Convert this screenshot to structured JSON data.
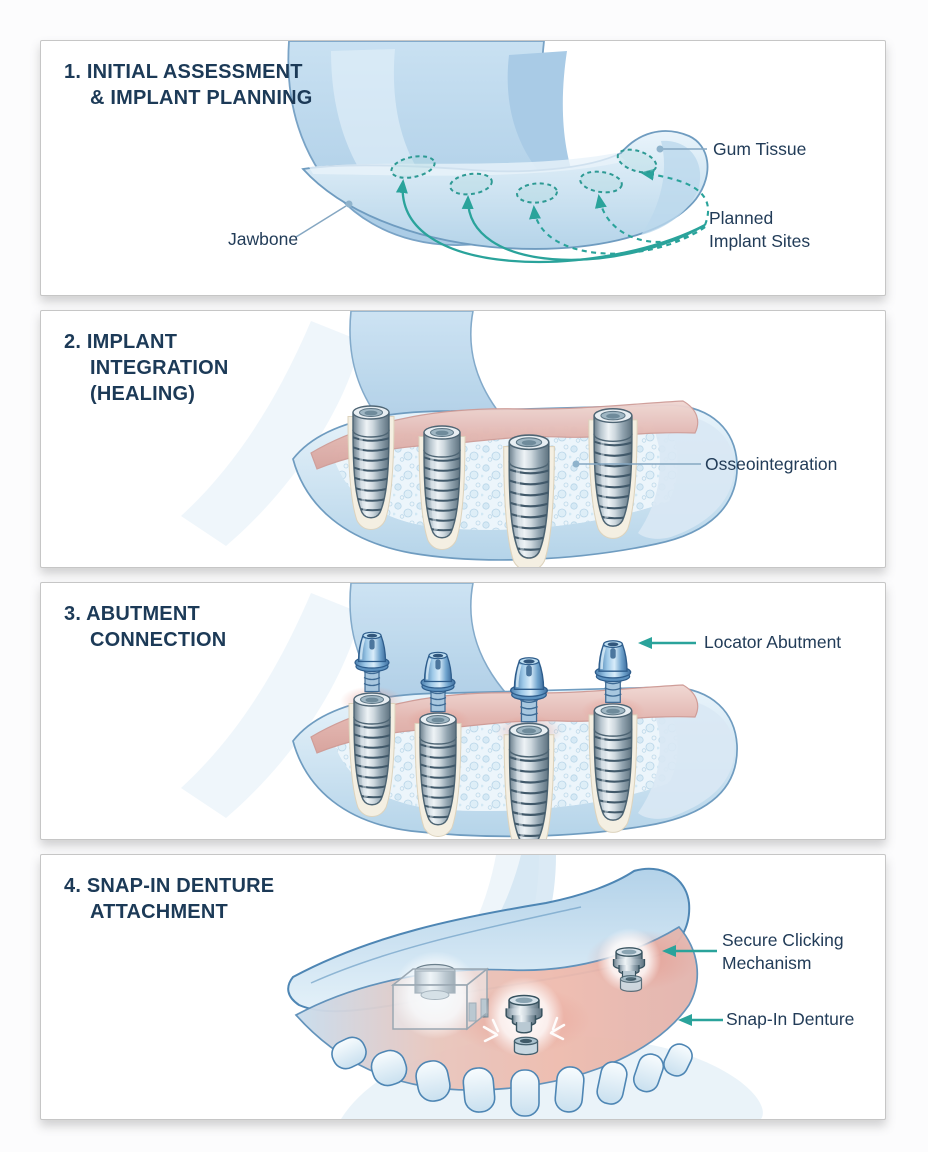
{
  "colors": {
    "title_navy": "#1c3a57",
    "label_navy": "#223c58",
    "teal_accent": "#2aa39b",
    "leader_line": "#85a7c2",
    "panel_border": "#c6c6c6",
    "panel_bg": "#ffffff",
    "page_bg": "#fcfcfd",
    "bone_blue_light": "#d8e9f4",
    "bone_blue_mid": "#a9cbe5",
    "gum_pink": "#e3b7b1",
    "implant_metal_gray": "#9fb2bd",
    "abutment_blue": "#7fb0d6",
    "tooth_white": "#f8fcfe"
  },
  "panels": [
    {
      "step": "1",
      "title_lines": [
        "1. INITIAL ASSESSMENT",
        "& IMPLANT PLANNING"
      ],
      "labels": {
        "gum_tissue": "Gum Tissue",
        "jawbone": "Jawbone",
        "planned_implant_sites_line1": "Planned",
        "planned_implant_sites_line2": "Implant Sites"
      }
    },
    {
      "step": "2",
      "title_lines": [
        "2. IMPLANT",
        "INTEGRATION",
        "(HEALING)"
      ],
      "labels": {
        "osseointegration": "Osseointegration"
      }
    },
    {
      "step": "3",
      "title_lines": [
        "3. ABUTMENT",
        "CONNECTION"
      ],
      "labels": {
        "locator_abutment": "Locator Abutment"
      }
    },
    {
      "step": "4",
      "title_lines": [
        "4. SNAP-IN DENTURE",
        "ATTACHMENT"
      ],
      "labels": {
        "secure_clicking_line1": "Secure Clicking",
        "secure_clicking_line2": "Mechanism",
        "snap_in_denture": "Snap-In Denture"
      }
    }
  ]
}
